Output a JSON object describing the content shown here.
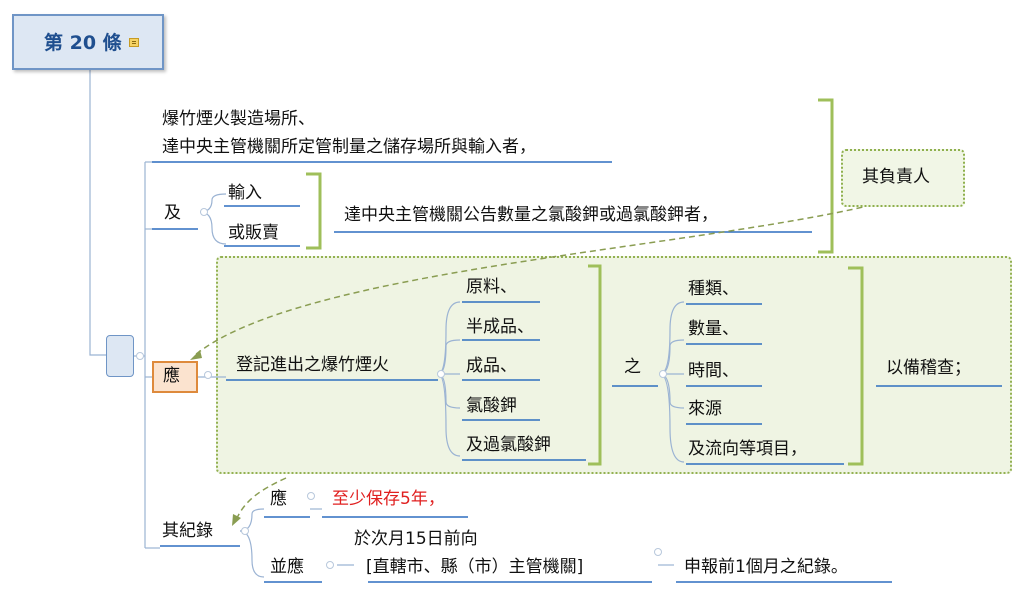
{
  "root": {
    "title": "第 20 條",
    "note_icon": "note-icon"
  },
  "clause1": {
    "line1": "爆竹煙火製造場所、",
    "line2": "達中央主管機關所定管制量之儲存場所與輸入者，"
  },
  "clause2": {
    "and": "及",
    "options": [
      "輸入",
      "或販賣"
    ],
    "condition": "達中央主管機關公告數量之氯酸鉀或過氯酸鉀者，"
  },
  "responsible": "其負責人",
  "duty": {
    "should": "應",
    "register": "登記進出之爆竹煙火",
    "items": [
      "原料、",
      "半成品、",
      "成品、",
      "氯酸鉀",
      "及過氯酸鉀"
    ],
    "of": "之",
    "attributes": [
      "種類、",
      "數量、",
      "時間、",
      "來源",
      "及流向等項目，"
    ],
    "purpose": "以備稽查；"
  },
  "records": {
    "label": "其紀錄",
    "should": "應",
    "keep": "至少保存5年，",
    "and_should": "並應",
    "timing": "於次月15日前向",
    "authority": "[直轄市、縣（市）主管機關]",
    "report": "申報前1個月之紀錄。"
  },
  "colors": {
    "line_blue": "#2f6fc0",
    "connector_blue": "#6f95c6",
    "bracket_green": "#8fb04e",
    "highlight_red": "#e02020",
    "group_fill": "#eff4e3",
    "ying_fill": "#fbe3cf",
    "ying_border": "#de8a3c"
  }
}
